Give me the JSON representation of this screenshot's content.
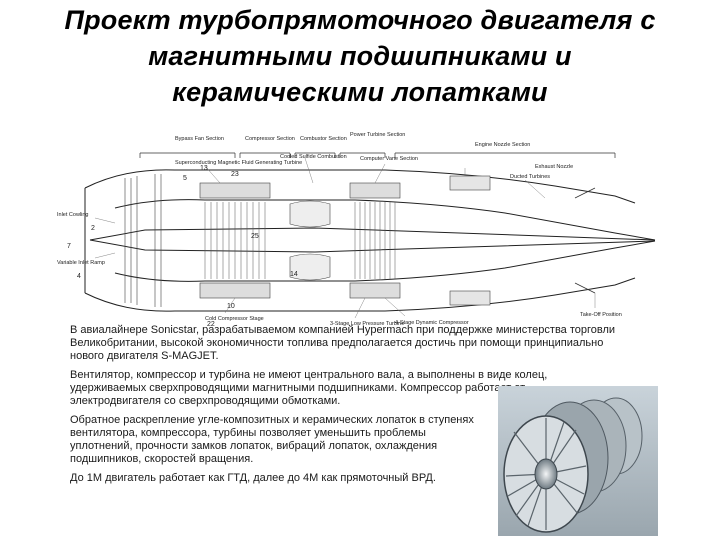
{
  "title": {
    "line1": "Проект турбопрямоточного двигателя с",
    "line2": "магнитными подшипниками и",
    "line3": "керамическими лопатками"
  },
  "diagram": {
    "sections": [
      "Bypass Fan Section",
      "Compressor Section",
      "Combustor Section",
      "Power Turbine Section",
      "Engine Nozzle Section"
    ],
    "labels": [
      "Superconducting Magnetic Fluid Generating Turbine",
      "Cooled Sulfide Combustion",
      "Computer Vane Section",
      "Ducted Turbines",
      "Exhaust Nozzle",
      "Take-Off Position",
      "Inlet Cowling",
      "Variable Inlet Ramp",
      "Cold Compressor Stage",
      "3-Stage Low Pressure Turbine",
      "4-Stage Dynamic Compressor"
    ],
    "numbers": [
      "13",
      "5",
      "23",
      "7",
      "2",
      "14",
      "10",
      "4",
      "22",
      "25"
    ]
  },
  "paragraphs": {
    "p1": "В авиалайнере Sonicstar, разрабатываемом компанией Hypermach при поддержке министерства торговли Великобритании, высокой экономичности топлива предполагается достичь при помощи принципиально нового двигателя S-MAGJET.",
    "p2": "Вентилятор, компрессор и турбина не имеют центрального вала, а выполнены в виде колец, удерживаемых сверхпроводящими магнитными подшипниками. Компрессор работает от электродвигателя со сверхпроводящими обмотками.",
    "p3": "Обратное раскрепление угле-композитных и керамических лопаток в ступенях вентилятора, компрессора, турбины позволяет уменьшить проблемы уплотнений, прочности замков лопаток, вибраций лопаток, охлаждения подшипников, скоростей вращения.",
    "p4": "До 1М двигатель работает как ГТД, далее до 4М как прямоточный ВРД."
  }
}
